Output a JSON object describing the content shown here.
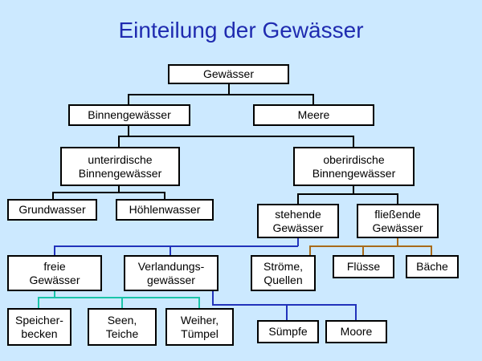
{
  "title": "Einteilung der Gewässer",
  "colors": {
    "background": "#cce9ff",
    "title": "#1f2bb0",
    "line_black": "#000000",
    "line_blue": "#2233bb",
    "line_teal": "#19c4a8",
    "line_brown": "#a86a1a"
  },
  "nodes": {
    "gewaesser": "Gewässer",
    "binnengewaesser": "Binnengewässer",
    "meere": "Meere",
    "unterirdische": "unterirdische\nBinnengewässer",
    "oberirdische": "oberirdische\nBinnengewässer",
    "grundwasser": "Grundwasser",
    "hoehlenwasser": "Höhlenwasser",
    "stehende": "stehende\nGewässer",
    "fliessende": "fließende\nGewässer",
    "freie": "freie\nGewässer",
    "verlandung": "Verlandungs-\ngewässer",
    "stroeme": "Ströme,\nQuellen",
    "fluesse": "Flüsse",
    "baeche": "Bäche",
    "speicher": "Speicher-\nbecken",
    "seen": "Seen,\nTeiche",
    "weiher": "Weiher,\nTümpel",
    "suempfe": "Sümpfe",
    "moore": "Moore"
  }
}
